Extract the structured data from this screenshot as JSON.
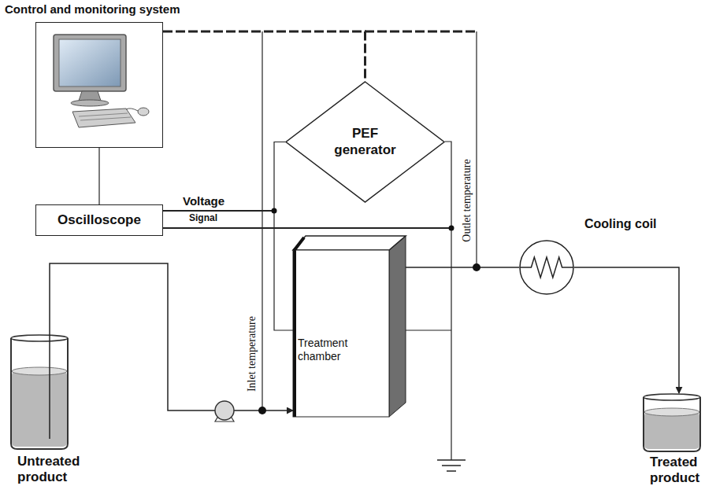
{
  "diagram": {
    "nodes": [
      {
        "text": [
          "Control and monitoring system"
        ]
      },
      {
        "text": [
          "PEF generator"
        ]
      },
      {
        "text": [
          "Oscilloscope"
        ]
      },
      {
        "text": [
          "Treatment chamber"
        ]
      },
      {
        "text": [
          "Cooling coil"
        ]
      },
      {
        "text": [
          "Untreated product"
        ]
      },
      {
        "text": [
          "Treated product"
        ]
      }
    ],
    "edges": [
      {
        "from": 0,
        "to": 2,
        "arrow": "none"
      },
      {
        "from": 0,
        "to": 1,
        "arrow": "none"
      },
      {
        "from": 1,
        "to": 3,
        "arrow": "none"
      },
      {
        "from": 5,
        "to": 3,
        "arrow": "to"
      },
      {
        "from": 3,
        "to": 4,
        "arrow": "none"
      },
      {
        "from": 4,
        "to": 6,
        "arrow": "to"
      }
    ],
    "labels": [
      "Voltage",
      "Signal",
      "Inlet temperature",
      "Outlet temperature"
    ]
  }
}
